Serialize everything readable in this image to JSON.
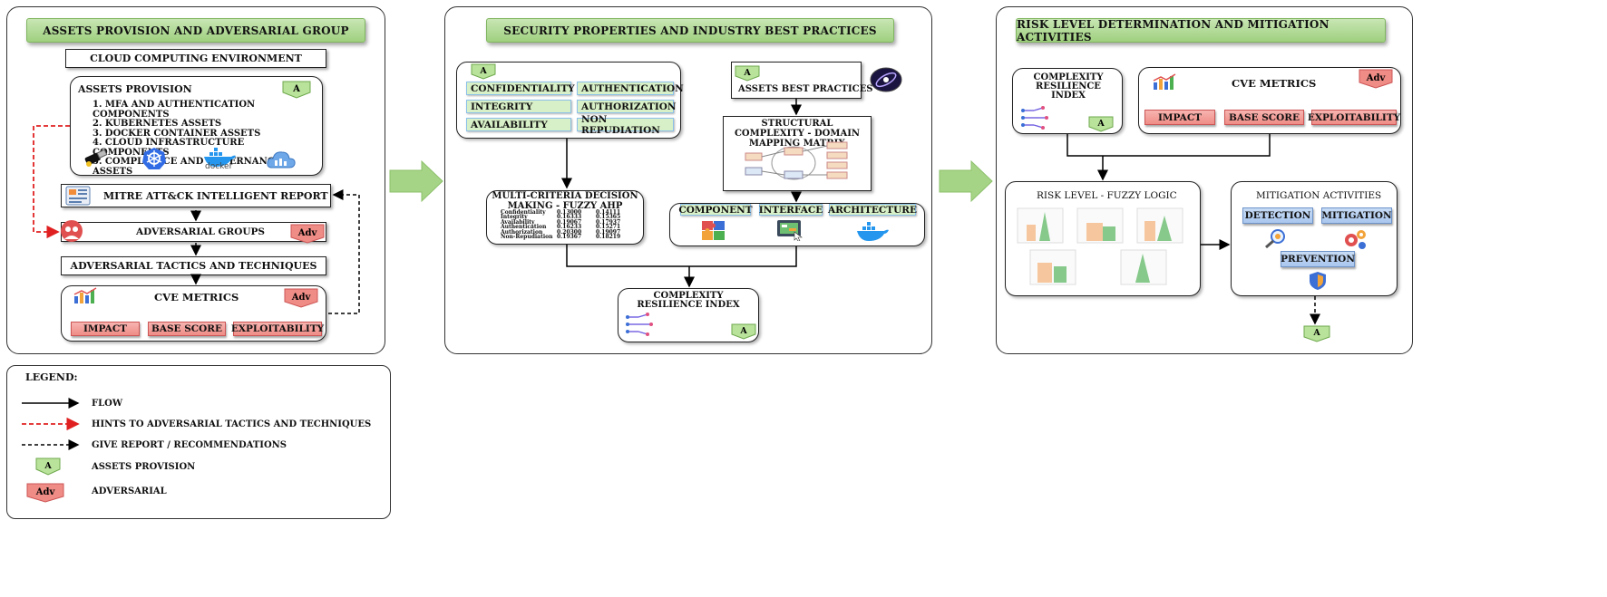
{
  "panel1": {
    "title": "ASSETS PROVISION AND ADVERSARIAL GROUP",
    "cloud_env": "CLOUD COMPUTING ENVIRONMENT",
    "assets_title": "ASSETS PROVISION",
    "assets_items": [
      "1. MFA AND AUTHENTICATION COMPONENTS",
      "2. KUBERNETES ASSETS",
      "3. DOCKER CONTAINER ASSETS",
      "4. CLOUD INFRASTRUCTURE COMPONENTS",
      "5. COMPLIANCE AND GOVERNANCE ASSETS"
    ],
    "docker_word": "docker",
    "mitre": "MITRE ATT&CK INTELLIGENT REPORT",
    "adv_groups": "ADVERSARIAL GROUPS",
    "tactics": "ADVERSARIAL TACTICS AND TECHNIQUES",
    "cve": "CVE METRICS",
    "impact": "IMPACT",
    "base_score": "BASE SCORE",
    "exploitability": "EXPLOITABILITY"
  },
  "panel2": {
    "title": "SECURITY PROPERTIES AND INDUSTRY BEST PRACTICES",
    "props": [
      "CONFIDENTIALITY",
      "AUTHENTICATION",
      "INTEGRITY",
      "AUTHORIZATION",
      "AVAILABILITY",
      "NON REPUDIATION"
    ],
    "best_practices": "ASSETS BEST PRACTICES",
    "structural": "STRUCTURAL COMPLEXITY - DOMAIN MAPPING MATRIX",
    "mcdm": "MULTI-CRITERIA DECISION MAKING - FUZZY AHP",
    "ahp_rows": [
      [
        "Confidentiality",
        "0.13000",
        "0.14111"
      ],
      [
        "Integrity",
        "0.16333",
        "0.15365"
      ],
      [
        "Availability",
        "0.19067",
        "0.17937"
      ],
      [
        "Authentication",
        "0.16233",
        "0.15271"
      ],
      [
        "Authorization",
        "0.20300",
        "0.19097"
      ],
      [
        "Non-Repudiation",
        "0.19367",
        "0.18219"
      ]
    ],
    "component": "COMPONENT",
    "interface": "INTERFACE",
    "architecture": "ARCHITECTURE",
    "cri": "COMPLEXITY RESILIENCE INDEX"
  },
  "panel3": {
    "title": "RISK LEVEL DETERMINATION AND MITIGATION ACTIVITIES",
    "cri": "COMPLEXITY RESILIENCE INDEX",
    "cve": "CVE METRICS",
    "impact": "IMPACT",
    "base_score": "BASE SCORE",
    "exploitability": "EXPLOITABILITY",
    "risk": "RISK LEVEL - FUZZY LOGIC",
    "mitigation_title": "MITIGATION ACTIVITIES",
    "detection": "DETECTION",
    "mitigation": "MITIGATION",
    "prevention": "PREVENTION"
  },
  "tags": {
    "a": "A",
    "adv": "Adv"
  },
  "legend": {
    "title": "LEGEND:",
    "flow": "FLOW",
    "hints": "HINTS TO ADVERSARIAL TACTICS AND TECHNIQUES",
    "report": "GIVE REPORT / RECOMMENDATIONS",
    "assets": "ASSETS PROVISION",
    "adversarial": "ADVERSARIAL"
  },
  "colors": {
    "header_green": "#a6d486",
    "tag_red": "#ef8c86",
    "tag_blue": "#a9c6ee",
    "hint_red": "#e02020",
    "arrow_green": "#9fd37f"
  }
}
